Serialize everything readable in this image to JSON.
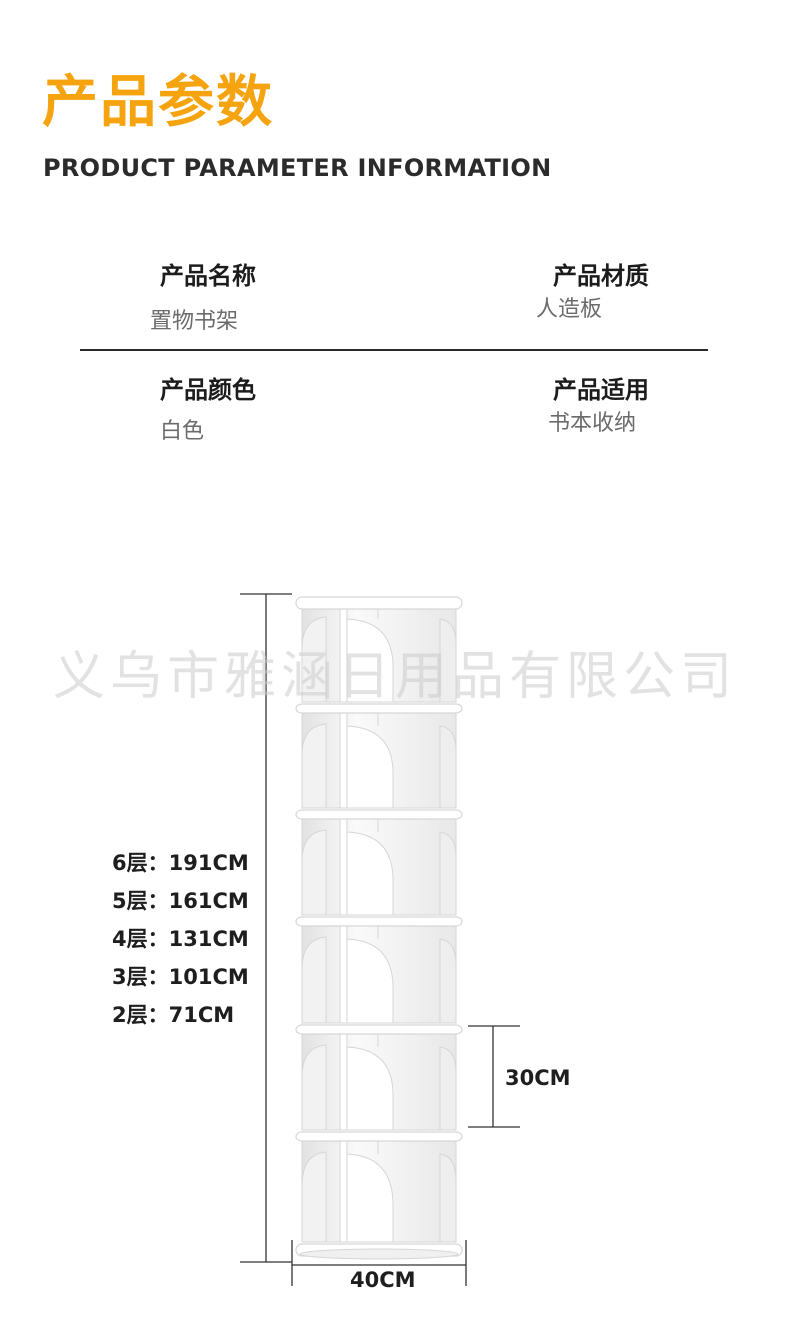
{
  "header": {
    "title_cn": "产品参数",
    "title_en": "PRODUCT PARAMETER INFORMATION"
  },
  "params": {
    "name_label": "产品名称",
    "name_value": "置物书架",
    "material_label": "产品材质",
    "material_value": "人造板",
    "color_label": "产品颜色",
    "color_value": "白色",
    "usage_label": "产品适用",
    "usage_value": "书本收纳"
  },
  "watermark": "义乌市雅涵日用品有限公司",
  "diagram": {
    "layers": [
      "6层：191CM",
      "5层：161CM",
      "4层：131CM",
      "3层：101CM",
      "2层：71CM"
    ],
    "layer_height": "30CM",
    "width": "40CM"
  },
  "colors": {
    "accent": "#f5a30e",
    "shelf_fill": "#f4f4f4",
    "shelf_stroke": "#d6d6d6"
  }
}
